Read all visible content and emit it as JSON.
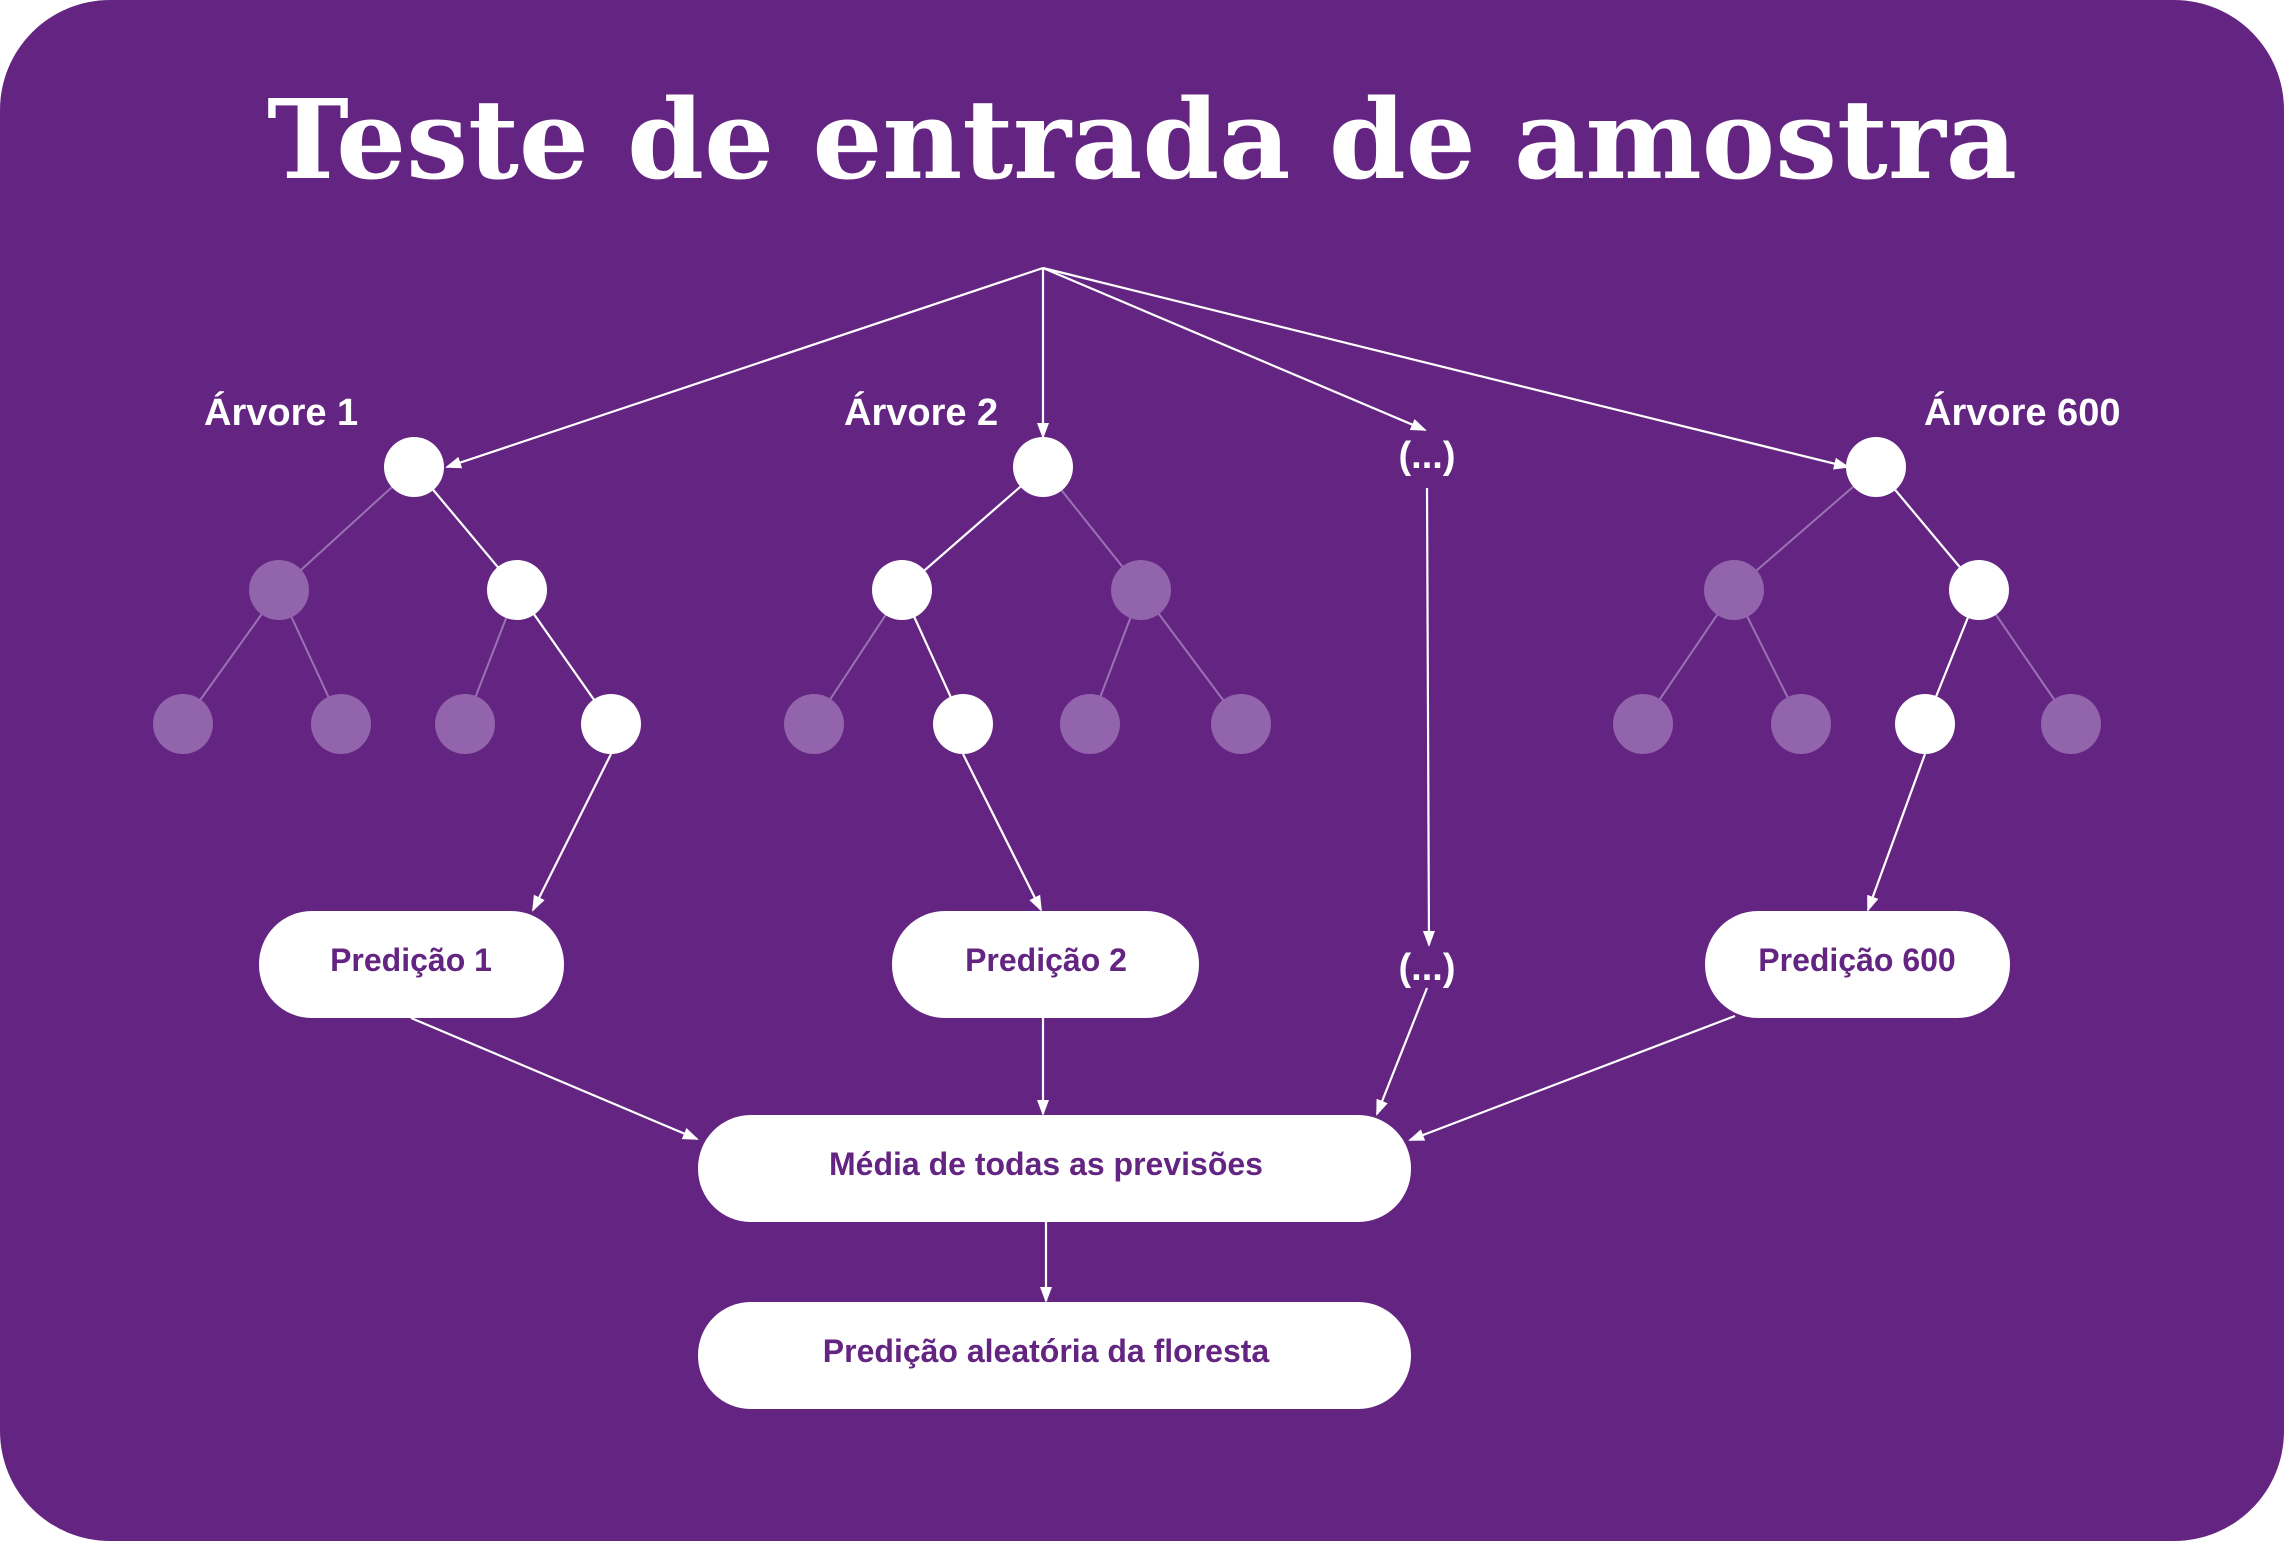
{
  "title": "Teste de entrada de amostra",
  "colors": {
    "background": "#642582",
    "active": "#ffffff",
    "faded_node": "#9164ab",
    "box_text": "#642582"
  },
  "trees": [
    {
      "label": "Árvore 1"
    },
    {
      "label": "Árvore 2"
    },
    {
      "label": "(...)"
    },
    {
      "label": "Árvore 600"
    }
  ],
  "predictions": [
    {
      "label": "Predição 1"
    },
    {
      "label": "Predição 2"
    },
    {
      "label": "(...)"
    },
    {
      "label": "Predição 600"
    }
  ],
  "aggregate": {
    "label": "Média de todas as previsões"
  },
  "final": {
    "label": "Predição aleatória da floresta"
  }
}
